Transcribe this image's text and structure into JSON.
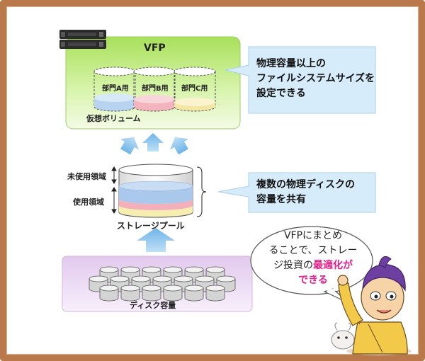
{
  "vfp": {
    "title": "VFP",
    "volumes": [
      "部門A用",
      "部門B用",
      "部門C用"
    ],
    "virtual_volume_label": "仮想ボリューム",
    "callout": [
      "物理容量以上の",
      "ファイルシステムサイズを",
      "設定できる"
    ]
  },
  "pool": {
    "label": "ストレージプール",
    "unused_label": "未使用領域",
    "used_label": "使用領域",
    "callout": [
      "複数の物理ディスクの",
      "容量を共有"
    ]
  },
  "disk": {
    "label": "ディスク容量"
  },
  "speech": {
    "line1": "VFPにまとめ",
    "line2": "ることで、ストレー",
    "line3_pre": "ジ投資の",
    "line3_hl": "最適化が",
    "line4_hl": "できる"
  },
  "colors": {
    "frame": "#b9794b",
    "vfp_box": "#b5e86a",
    "callout": "#d6ecfa",
    "arrow": "#8ec6ee",
    "disk_box": "#e8d3f0",
    "highlight": "#e8208c"
  }
}
